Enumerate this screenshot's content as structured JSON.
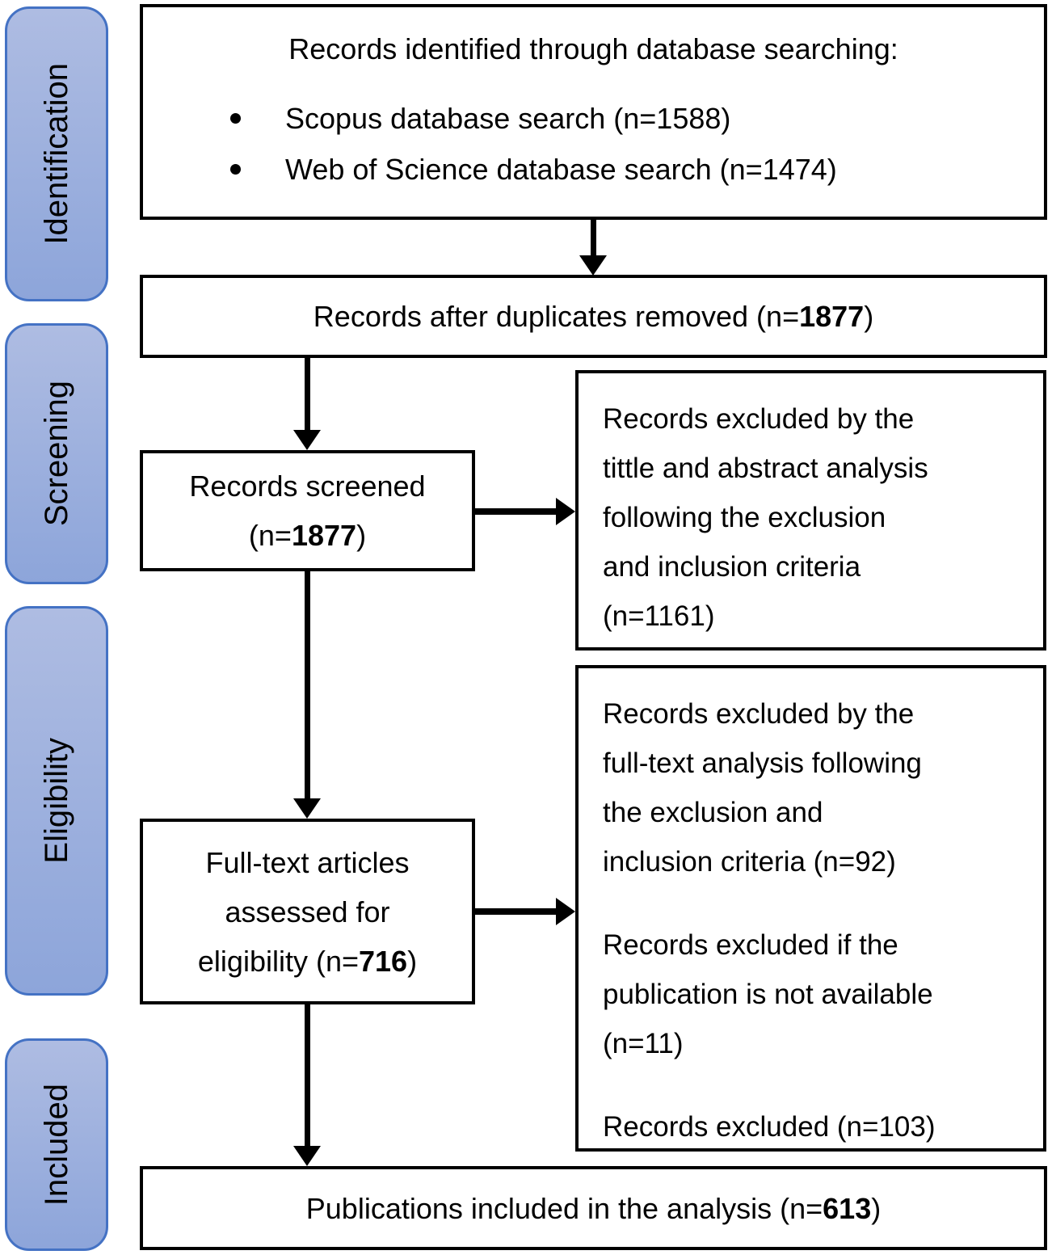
{
  "colors": {
    "stage_top": "#aebce2",
    "stage_bottom": "#8da5da",
    "stage_border": "#4472c4",
    "box_border": "#000000",
    "box_fill": "#ffffff",
    "text": "#000000",
    "arrow": "#000000"
  },
  "stages": [
    {
      "label": "Identification"
    },
    {
      "label": "Screening"
    },
    {
      "label": "Eligibility"
    },
    {
      "label": "Included"
    }
  ],
  "boxes": {
    "identified": {
      "title": "Records identified through database searching:",
      "bullets": [
        "Scopus database search (n=1588)",
        "Web of Science database search (n=1474)"
      ]
    },
    "duplicates": {
      "prefix": "Records after duplicates removed (n=",
      "n": "1877",
      "suffix": ")"
    },
    "screened": {
      "line1": "Records screened",
      "line2_prefix": "(n=",
      "n": "1877",
      "line2_suffix": ")"
    },
    "excluded_screening": {
      "lines": [
        "Records excluded by the",
        "tittle and abstract analysis",
        "following the exclusion",
        "and inclusion criteria",
        "(n=1161)"
      ]
    },
    "fulltext": {
      "line1": "Full-text articles",
      "line2": "assessed for",
      "line3_prefix": "eligibility (n=",
      "n": "716",
      "line3_suffix": ")"
    },
    "excluded_eligibility": {
      "paragraphs": [
        {
          "lines": [
            "Records excluded by the",
            "full-text analysis following",
            "the exclusion and",
            "inclusion criteria (n=92)"
          ]
        },
        {
          "lines": [
            "Records excluded if the",
            "publication is not available",
            "(n=11)"
          ]
        },
        {
          "lines": [
            "Records excluded (n=103)"
          ]
        }
      ]
    },
    "included": {
      "prefix": "Publications included in the analysis (n=",
      "n": "613",
      "suffix": ")"
    }
  }
}
